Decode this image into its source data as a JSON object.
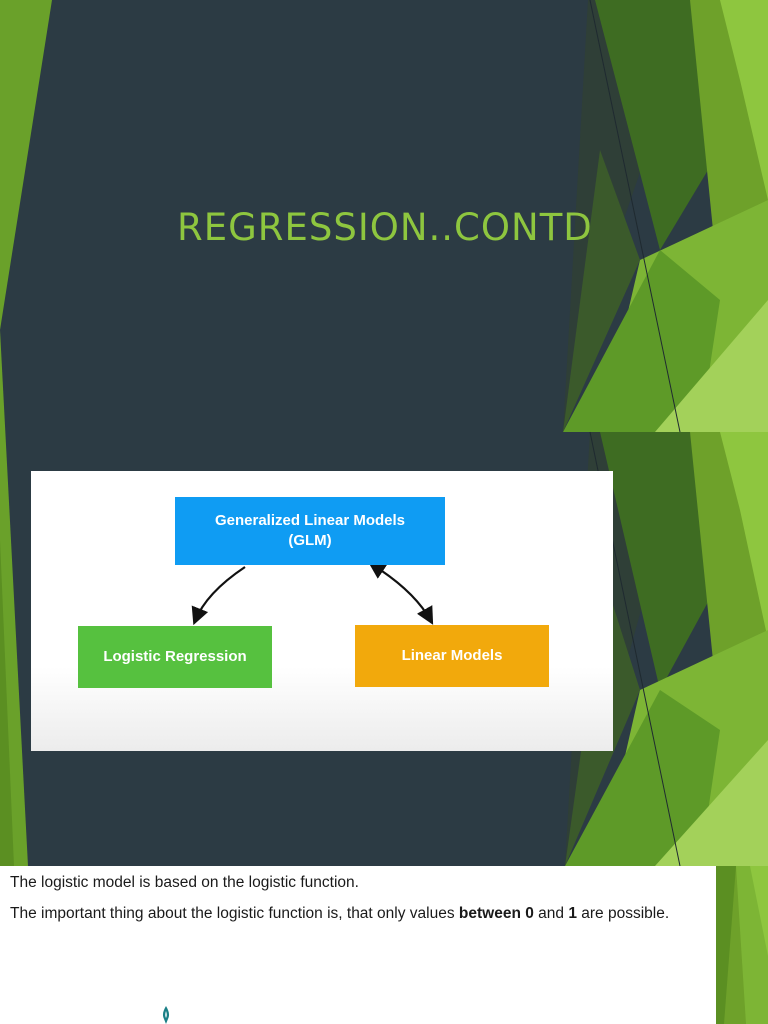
{
  "slide": {
    "title": "REGRESSION..CONTD",
    "colors": {
      "background": "#2c3b44",
      "title": "#8ec63f",
      "accent_green": "#8ec63f"
    }
  },
  "diagram": {
    "nodes": {
      "glm": {
        "line1": "Generalized Linear Models",
        "line2": "(GLM)",
        "color": "#0f9cf3"
      },
      "logistic": {
        "label": "Logistic Regression",
        "color": "#56c13f"
      },
      "linear": {
        "label": "Linear Models",
        "color": "#f2a90c"
      }
    },
    "edges": [
      {
        "from": "glm",
        "to": "logistic",
        "direction": "one-way"
      },
      {
        "from": "glm",
        "to": "linear",
        "direction": "two-way"
      }
    ]
  },
  "text_block": {
    "line1": "The logistic model is based on the logistic function.",
    "line2_before": "The important thing about the logistic function is, that only values ",
    "line2_bold1": "between 0",
    "line2_mid": " and ",
    "line2_bold2": "1",
    "line2_after": " are possible."
  }
}
